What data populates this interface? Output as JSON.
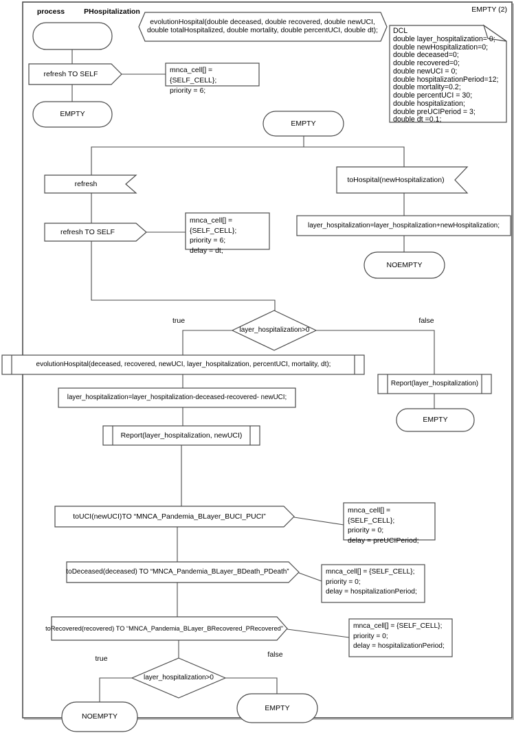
{
  "frame": {
    "process_label": "process",
    "process_name": "PHospitalization",
    "corner_state_label": "EMPTY (2)"
  },
  "declaration": {
    "text": "evolutionHospital(double deceased, double recovered, double newUCI, double totalHospitalized, double mortality, double percentUCI, double dt);"
  },
  "dcl": {
    "lines": [
      "DCL",
      "double layer_hospitalization= 0;",
      "double newHospitalization=0;",
      "double deceased=0;",
      "double recovered=0;",
      "double newUCI = 0;",
      "double hospitalizationPeriod=12;",
      "double mortality=0.2;",
      "double percentUCI = 30;",
      "double hospitalization;",
      "double preUCIPeriod = 3;",
      "double dt =0.1;"
    ]
  },
  "states": {
    "empty_left": "EMPTY",
    "empty_mid": "EMPTY",
    "noempty_right": "NOEMPTY",
    "empty_false": "EMPTY",
    "noempty_bottom": "NOEMPTY",
    "empty_bottom": "EMPTY"
  },
  "signals": {
    "refresh_to_self_1": "refresh TO SELF",
    "refresh_input": "refresh",
    "refresh_to_self_2": "refresh TO SELF",
    "to_hospital": "toHospital(newHospitalization)",
    "to_uci": "toUCI(newUCI)TO “MNCA_Pandemia_BLayer_BUCI_PUCI”",
    "to_deceased": "toDeceased(deceased) TO “MNCA_Pandemia_BLayer_BDeath_PDeath”",
    "to_recovered": "toRecovered(recovered) TO “MNCA_Pandemia_BLayer_BRecovered_PRecovered”"
  },
  "tasks": {
    "add_hospitalization": "layer_hospitalization=layer_hospitalization+newHospitalization;",
    "subtract_outputs": "layer_hospitalization=layer_hospitalization-deceased-recovered- newUCI;"
  },
  "calls": {
    "evolution": "evolutionHospital(deceased, recovered, newUCI, layer_hospitalization, percentUCI, mortality, dt);",
    "report_false_branch": "Report(layer_hospitalization)",
    "report_main": "Report(layer_hospitalization, newUCI)"
  },
  "decisions": {
    "d1": {
      "condition": "layer_hospitalization>0",
      "true_label": "true",
      "false_label": "false"
    },
    "d2": {
      "condition": "layer_hospitalization>0",
      "true_label": "true",
      "false_label": "false"
    }
  },
  "params": {
    "mnca1": {
      "lines": [
        "mnca_cell[] = {SELF_CELL};",
        "priority = 6;"
      ]
    },
    "mnca2": {
      "lines": [
        "mnca_cell[] = {SELF_CELL};",
        "priority = 6;",
        "delay = dt;"
      ]
    },
    "mnca3": {
      "lines": [
        "mnca_cell[] = {SELF_CELL};",
        "priority = 0;",
        "delay = preUCIPeriod;"
      ]
    },
    "mnca4": {
      "lines": [
        "mnca_cell[] = {SELF_CELL};",
        "priority = 0;",
        "delay = hospitalizationPeriod;"
      ]
    },
    "mnca5": {
      "lines": [
        "mnca_cell[] = {SELF_CELL};",
        "priority = 0;",
        "delay = hospitalizationPeriod;"
      ]
    }
  },
  "colors": {
    "line": "#4a4a4a",
    "text": "#000000",
    "background": "#ffffff"
  }
}
